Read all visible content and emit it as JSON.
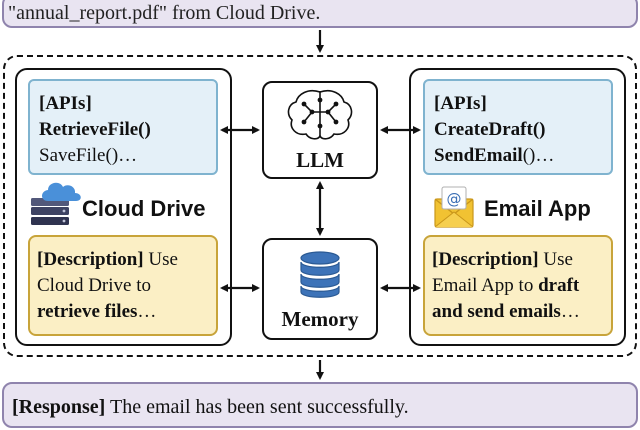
{
  "query": {
    "text": "\"annual_report.pdf\" from Cloud Drive."
  },
  "cloud_drive": {
    "title": "Cloud Drive",
    "apis": {
      "header": "[APIs]",
      "primary": "RetrieveFile()",
      "secondary": "SaveFile()…"
    },
    "description": {
      "header": "[Description]",
      "text_1": " Use Cloud Drive to ",
      "bold": "retrieve files",
      "text_2": "…"
    }
  },
  "email_app": {
    "title": "Email App",
    "apis": {
      "header": "[APIs]",
      "primary": "CreateDraft()",
      "secondary_bold": "SendEmail",
      "secondary_rest": "()…"
    },
    "description": {
      "header": "[Description]",
      "text_1": " Use Email App to ",
      "bold": "draft and send emails",
      "text_2": "…"
    }
  },
  "llm": {
    "label": "LLM"
  },
  "memory": {
    "label": "Memory"
  },
  "response": {
    "header": "[Response]",
    "text": " The email has been sent successfully."
  },
  "colors": {
    "query_fill": "#e9e4f1",
    "api_fill": "#e4f0f8",
    "description_fill": "#fbefc5",
    "cloud_icon": "#4a90d9",
    "memory_icon": "#3d73b8"
  }
}
